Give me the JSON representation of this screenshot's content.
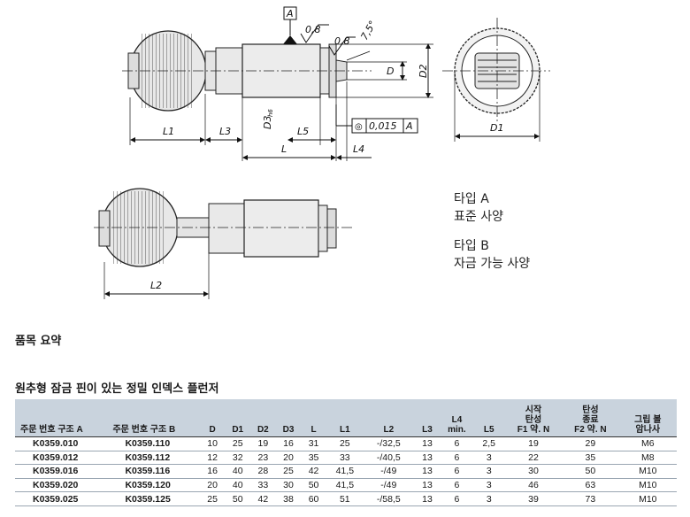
{
  "drawing": {
    "labels": {
      "datum_a": "A",
      "roughness_1": "0,8",
      "roughness_2": "0,8",
      "angle": "7,5°",
      "d": "D",
      "d2": "D2",
      "d3": "D3",
      "d3_sub": "h6",
      "l1": "L1",
      "l3": "L3",
      "l5": "L5",
      "l": "L",
      "l4": "L4",
      "d1": "D1",
      "l2": "L2",
      "tolerance_value": "0,015",
      "tolerance_datum": "A",
      "concentricity_symbol": "◎"
    }
  },
  "type_a": {
    "name": "타입 A",
    "desc": "표준 사양"
  },
  "type_b": {
    "name": "타입 B",
    "desc": "자금 가능 사양"
  },
  "section_summary": "품목 요약",
  "section_title": "원추형 잠금 핀이 있는 정밀 인덱스 플런저",
  "table": {
    "headers": [
      [
        "주문 번호 구조 A"
      ],
      [
        "주문 번호 구조 B"
      ],
      [
        "D"
      ],
      [
        "D1"
      ],
      [
        "D2"
      ],
      [
        "D3"
      ],
      [
        "L"
      ],
      [
        "L1"
      ],
      [
        "L2"
      ],
      [
        "L3"
      ],
      [
        "L4",
        "min."
      ],
      [
        "L5"
      ],
      [
        "시작",
        "탄성",
        "F1 약. N"
      ],
      [
        "탄성",
        "종료",
        "F2 약. N"
      ],
      [
        "그립 볼",
        "암나사"
      ]
    ],
    "rows": [
      [
        "K0359.010",
        "K0359.110",
        "10",
        "25",
        "19",
        "16",
        "31",
        "25",
        "-/32,5",
        "13",
        "6",
        "2,5",
        "19",
        "29",
        "M6"
      ],
      [
        "K0359.012",
        "K0359.112",
        "12",
        "32",
        "23",
        "20",
        "35",
        "33",
        "-/40,5",
        "13",
        "6",
        "3",
        "22",
        "35",
        "M8"
      ],
      [
        "K0359.016",
        "K0359.116",
        "16",
        "40",
        "28",
        "25",
        "42",
        "41,5",
        "-/49",
        "13",
        "6",
        "3",
        "30",
        "50",
        "M10"
      ],
      [
        "K0359.020",
        "K0359.120",
        "20",
        "40",
        "33",
        "30",
        "50",
        "41,5",
        "-/49",
        "13",
        "6",
        "3",
        "46",
        "63",
        "M10"
      ],
      [
        "K0359.025",
        "K0359.125",
        "25",
        "50",
        "42",
        "38",
        "60",
        "51",
        "-/58,5",
        "13",
        "6",
        "3",
        "39",
        "73",
        "M10"
      ]
    ]
  }
}
